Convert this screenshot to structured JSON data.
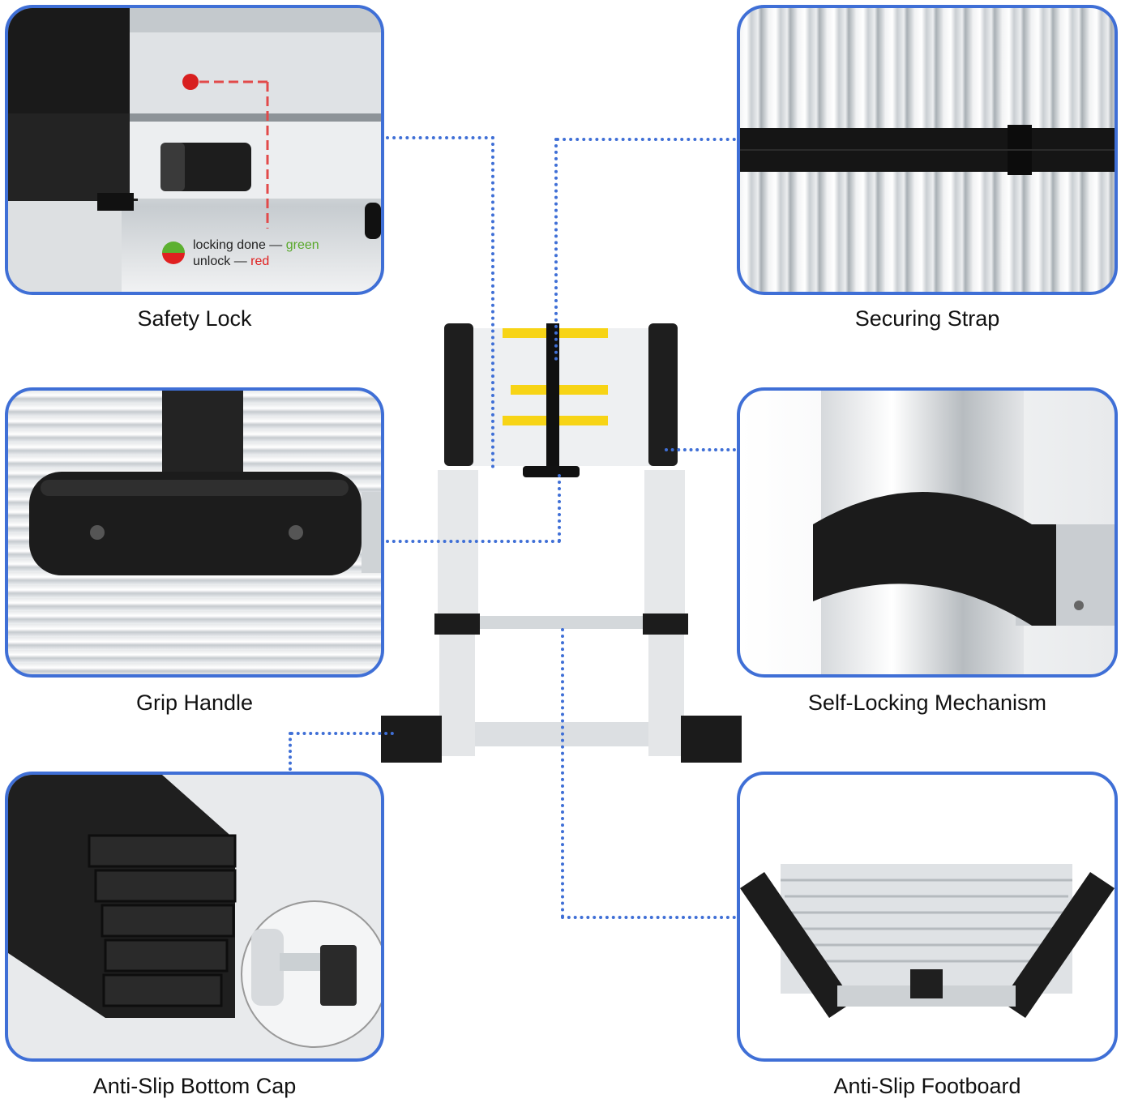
{
  "captions": {
    "safety_lock": "Safety Lock",
    "securing_strap": "Securing Strap",
    "grip_handle": "Grip Handle",
    "self_locking": "Self-Locking Mechanism",
    "anti_slip_cap": "Anti-Slip Bottom Cap",
    "anti_slip_footboard": "Anti-Slip Footboard"
  },
  "lock_legend": {
    "locked_label": "locking done —",
    "locked_color_word": "green",
    "unlock_label": "unlock —",
    "unlock_color_word": "red"
  },
  "colors": {
    "accent_border": "#3f6fd6",
    "lock_green": "#58a829",
    "lock_red": "#e02020"
  }
}
